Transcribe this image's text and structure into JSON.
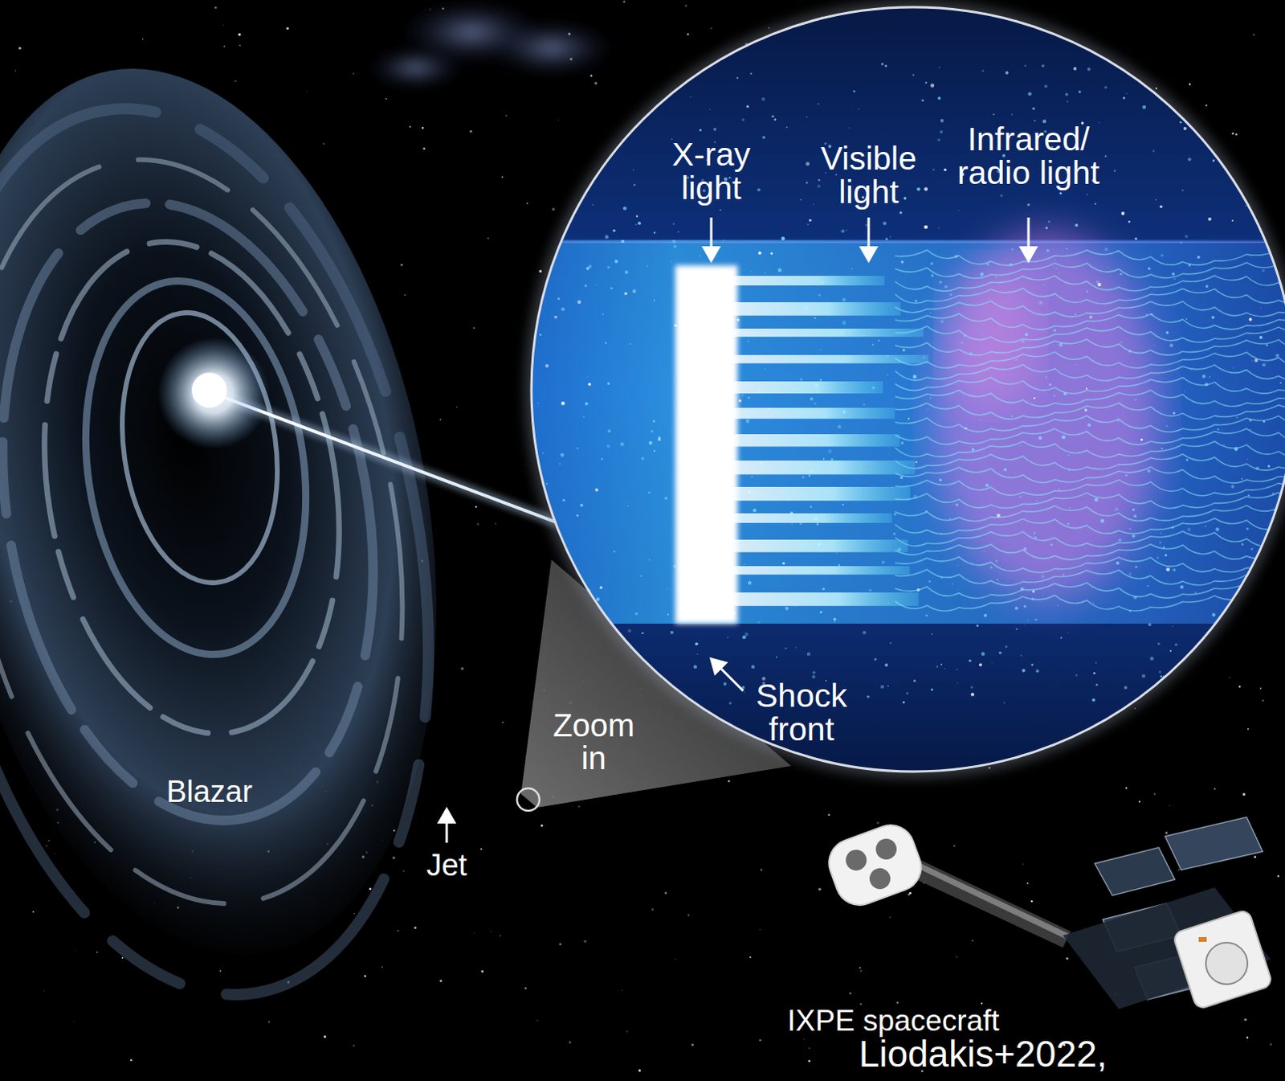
{
  "diagram": {
    "labels": [
      "X-ray light",
      "Visible light",
      "Infrared/ radio light",
      "Shock front",
      "Zoom in",
      "Blazar",
      "Jet",
      "IXPE spacecraft",
      "Liodakis+2022,"
    ]
  }
}
